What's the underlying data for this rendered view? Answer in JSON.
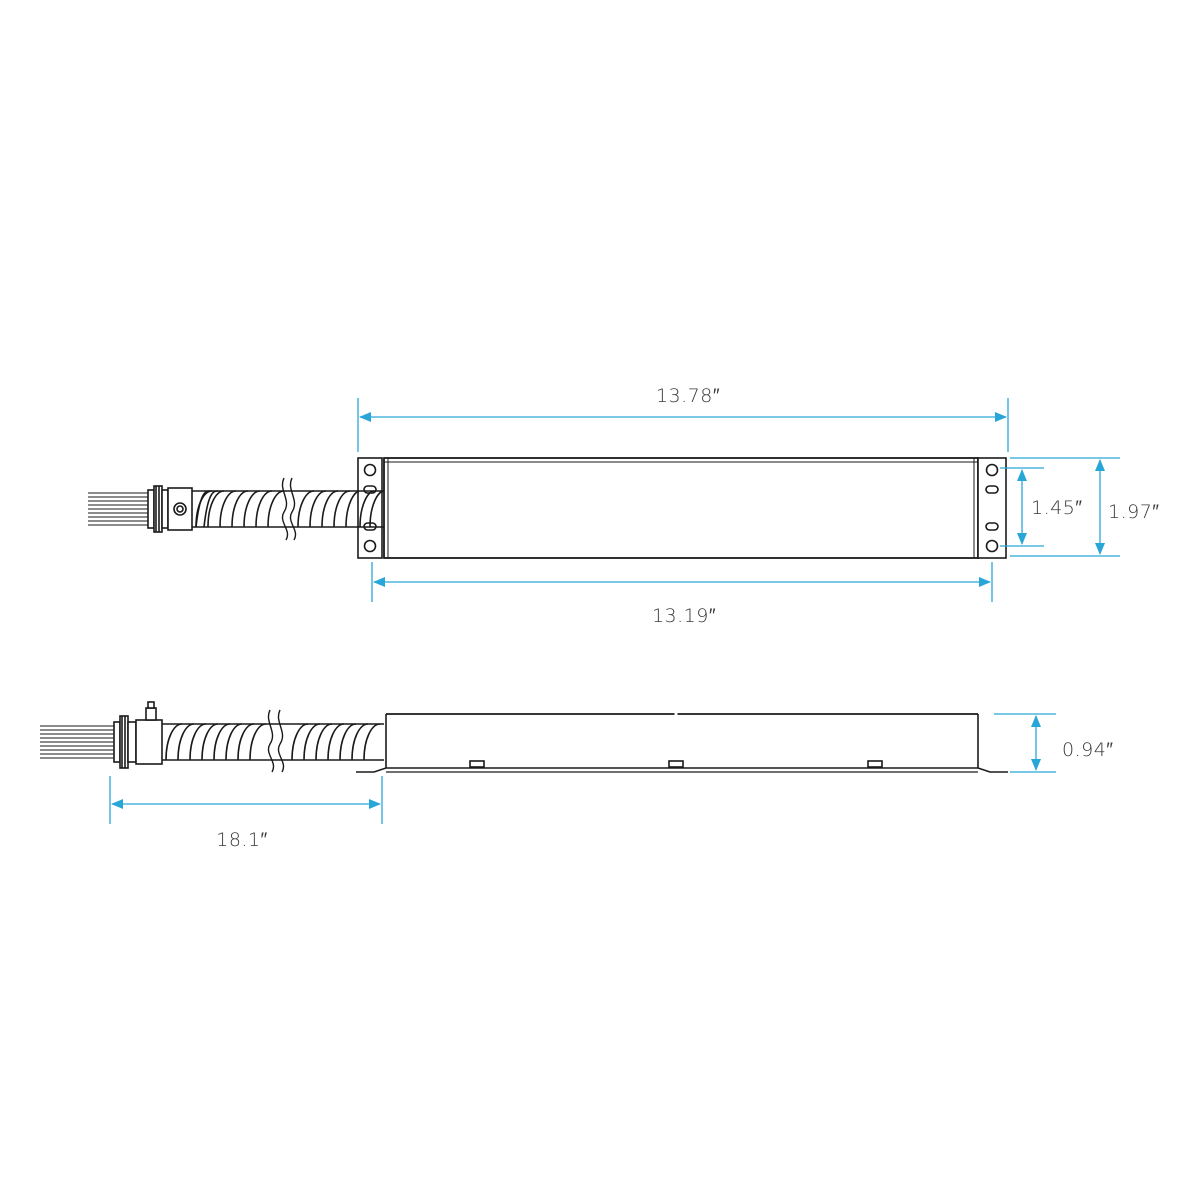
{
  "colors": {
    "dimension": "#29a6d8",
    "outline": "#1a1a1a",
    "text": "#3a3a3a"
  },
  "top_view": {
    "overall_length": "13.78″",
    "body_length": "13.19″",
    "hole_spacing": "1.45″",
    "overall_width": "1.97″"
  },
  "side_view": {
    "height": "0.94″",
    "conduit_length": "18.1″"
  }
}
